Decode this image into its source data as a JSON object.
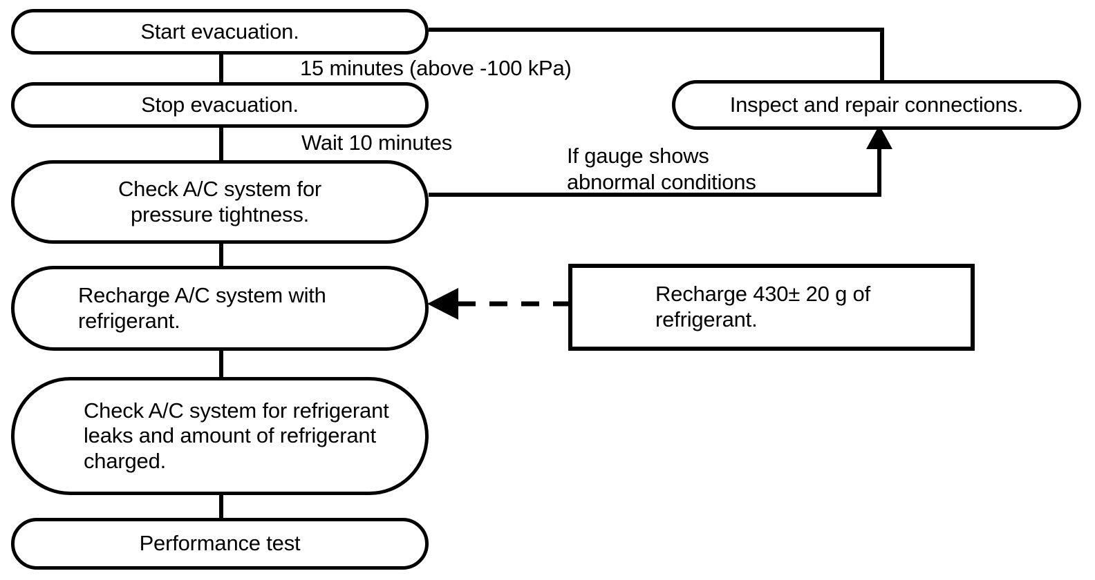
{
  "diagram": {
    "title": "A/C system evacuation and recharge procedure flowchart",
    "stroke_color": "#000000",
    "background_color": "#ffffff",
    "nodes": [
      {
        "id": "start-evacuation",
        "label": "Start evacuation.",
        "shape": "stadium"
      },
      {
        "id": "stop-evacuation",
        "label": "Stop evacuation.",
        "shape": "stadium"
      },
      {
        "id": "check-pressure",
        "label": "Check A/C system for\npressure tightness.",
        "shape": "stadium"
      },
      {
        "id": "recharge-system",
        "label": "Recharge A/C system with\nrefrigerant.",
        "shape": "stadium"
      },
      {
        "id": "check-leaks",
        "label": "Check A/C system for refrigerant\nleaks and amount of refrigerant\ncharged.",
        "shape": "stadium"
      },
      {
        "id": "performance-test",
        "label": "Performance test",
        "shape": "stadium"
      },
      {
        "id": "inspect-repair",
        "label": "Inspect and repair connections.",
        "shape": "stadium"
      },
      {
        "id": "recharge-note",
        "label": "Recharge 430± 20 g of\nrefrigerant.",
        "shape": "rectangle"
      }
    ],
    "edge_labels": [
      {
        "id": "evacuation-duration",
        "text": "15 minutes (above -100 kPa)"
      },
      {
        "id": "wait-duration",
        "text": "Wait 10 minutes"
      },
      {
        "id": "abnormal-condition",
        "text": "If gauge shows\nabnormal conditions"
      }
    ]
  }
}
